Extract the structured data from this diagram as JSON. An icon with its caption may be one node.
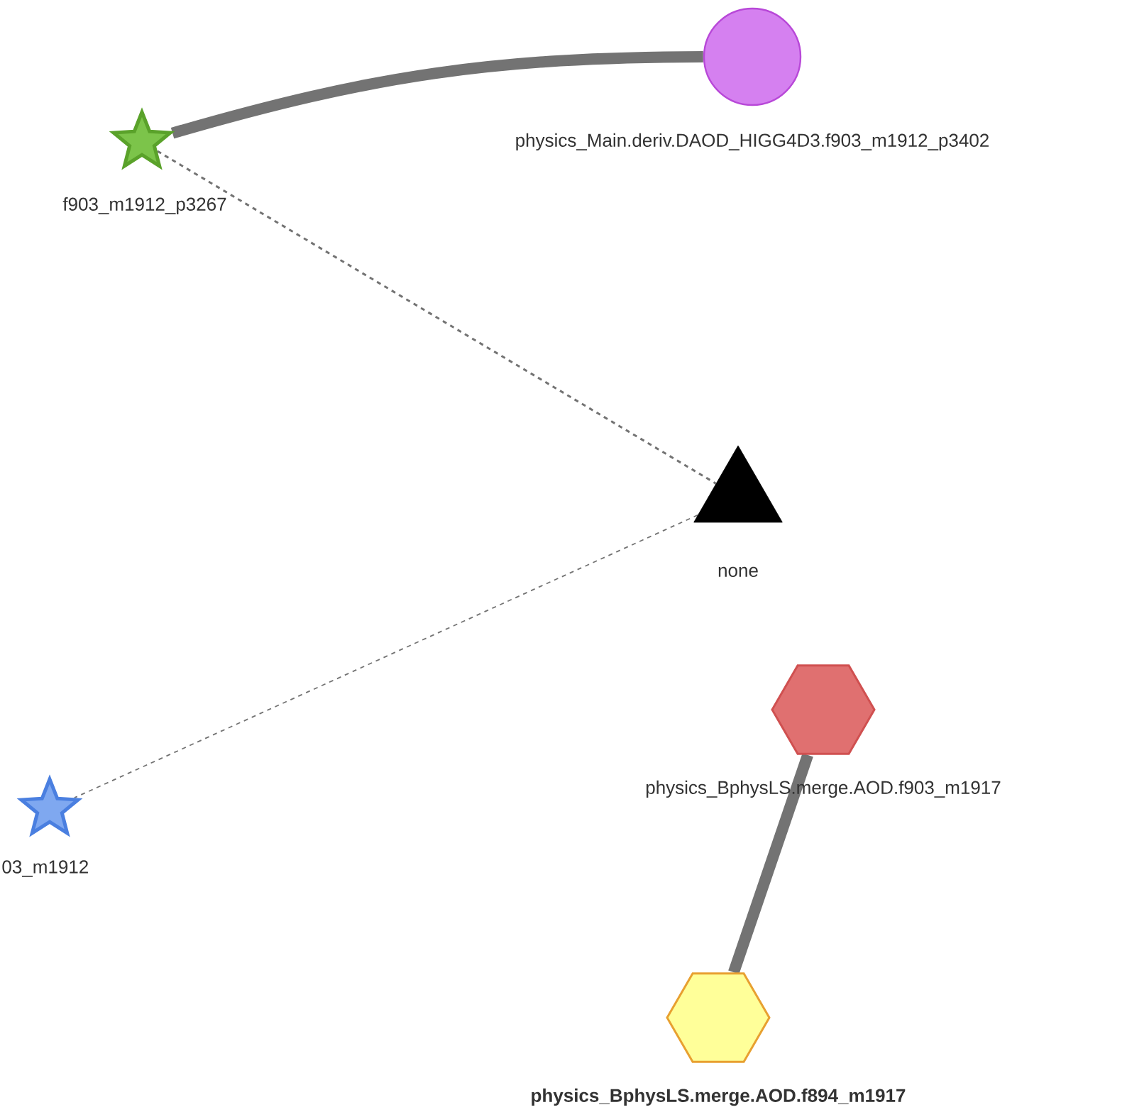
{
  "diagram": {
    "nodes": [
      {
        "text": [
          "physics_Main.deriv.DAOD_HIGG4D3.f903_m1912_p3402"
        ]
      },
      {
        "text": [
          "f903_m1912_p3267"
        ]
      },
      {
        "text": [
          "none"
        ]
      },
      {
        "text": [
          "03_m1912"
        ]
      },
      {
        "text": [
          "physics_BphysLS.merge.AOD.f903_m1917"
        ]
      },
      {
        "text": [
          "physics_BphysLS.merge.AOD.f894_m1917"
        ]
      }
    ],
    "edges": [
      {
        "from": 0,
        "to": 1,
        "arrow": "none",
        "style": "thick"
      },
      {
        "from": 1,
        "to": 2,
        "arrow": "none",
        "style": "dashed"
      },
      {
        "from": 2,
        "to": 3,
        "arrow": "none",
        "style": "dashed"
      },
      {
        "from": 4,
        "to": 5,
        "arrow": "none",
        "style": "thick"
      }
    ]
  }
}
